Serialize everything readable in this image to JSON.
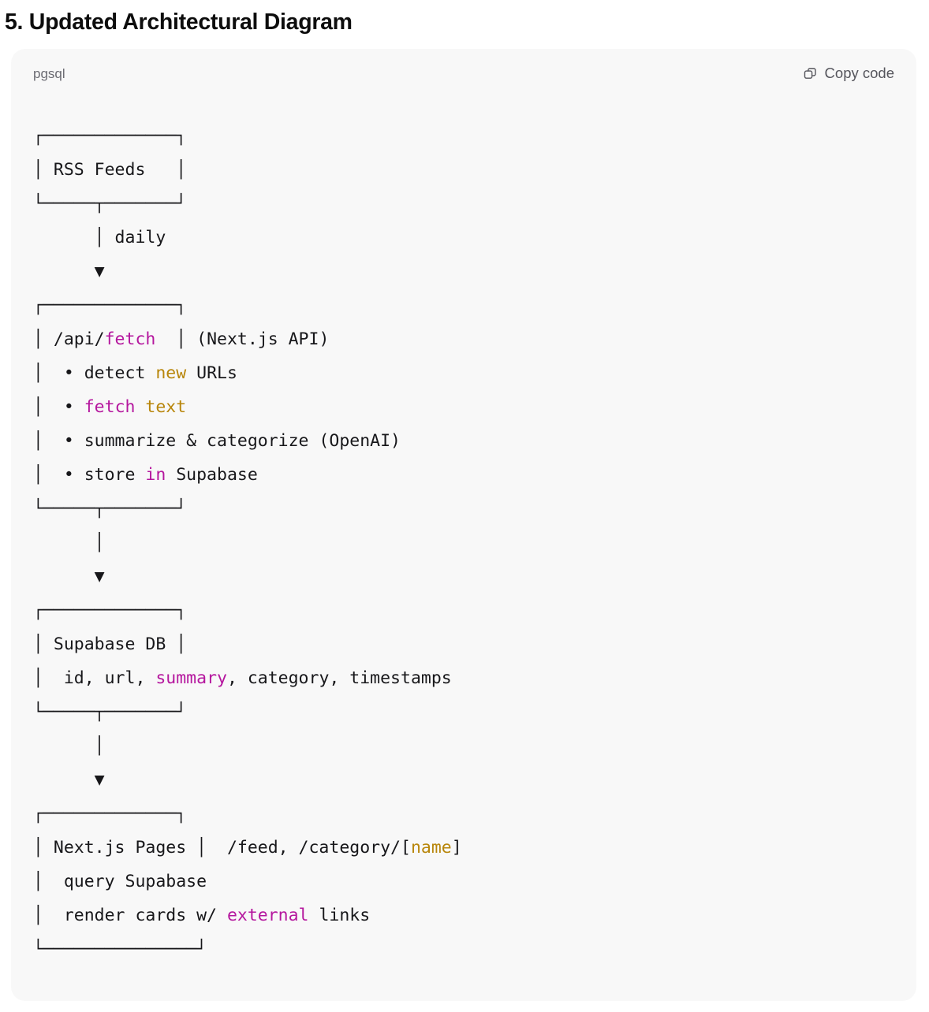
{
  "heading": {
    "text": "5. Updated Architectural Diagram"
  },
  "code_block": {
    "language_label": "pgsql",
    "copy_button_label": "Copy code",
    "copy_icon": "copy-icon",
    "colors": {
      "card_background": "#f8f8f8",
      "plain_text": "#17171a",
      "keyword_magenta": "#b5179e",
      "literal_amber": "#b8860b",
      "language_label": "#6b6b72",
      "copy_button": "#55555c",
      "heading": "#0d0d0d"
    },
    "diagram": {
      "type": "ascii-flowchart",
      "nodes": [
        {
          "id": "rss-feeds",
          "title": "RSS Feeds",
          "lines": [
            "RSS Feeds"
          ]
        },
        {
          "id": "api-fetch",
          "title": "/api/fetch",
          "side_note": "(Next.js API)",
          "lines": [
            "/api/fetch",
            "• detect new URLs",
            "• fetch text",
            "• summarize & categorize (OpenAI)",
            "• store in Supabase"
          ]
        },
        {
          "id": "supabase-db",
          "title": "Supabase DB",
          "lines": [
            "Supabase DB",
            "id, url, summary, category, timestamps"
          ]
        },
        {
          "id": "nextjs-pages",
          "title": "Next.js Pages",
          "side_note": "/feed, /category/[name]",
          "lines": [
            "Next.js Pages",
            "query Supabase",
            "render cards w/ external links"
          ]
        }
      ],
      "edges": [
        {
          "from": "rss-feeds",
          "to": "api-fetch",
          "label": "daily"
        },
        {
          "from": "api-fetch",
          "to": "supabase-db",
          "label": ""
        },
        {
          "from": "supabase-db",
          "to": "nextjs-pages",
          "label": ""
        }
      ],
      "highlighted_tokens": [
        {
          "token": "fetch",
          "color": "keyword_magenta"
        },
        {
          "token": "new",
          "color": "literal_amber"
        },
        {
          "token": "fetch",
          "color": "keyword_magenta"
        },
        {
          "token": "text",
          "color": "literal_amber"
        },
        {
          "token": "in",
          "color": "keyword_magenta"
        },
        {
          "token": "summary",
          "color": "keyword_magenta"
        },
        {
          "token": "name",
          "color": "literal_amber"
        },
        {
          "token": "external",
          "color": "keyword_magenta"
        }
      ],
      "raw_lines": [
        "┌─────────────┐",
        "│ RSS Feeds   │",
        "└─────┬───────┘",
        "      │ daily",
        "      ▼",
        "┌─────────────┐",
        "│ /api/fetch  │ (Next.js API)",
        "│  • detect new URLs",
        "│  • fetch text",
        "│  • summarize & categorize (OpenAI)",
        "│  • store in Supabase",
        "└─────┬───────┘",
        "      │",
        "      ▼",
        "┌─────────────┐",
        "│ Supabase DB │",
        "│  id, url, summary, category, timestamps",
        "└─────┬───────┘",
        "      │",
        "      ▼",
        "┌─────────────┐",
        "│ Next.js Pages │  /feed, /category/[name]",
        "│  query Supabase",
        "│  render cards w/ external links",
        "└───────────────┘"
      ]
    }
  }
}
